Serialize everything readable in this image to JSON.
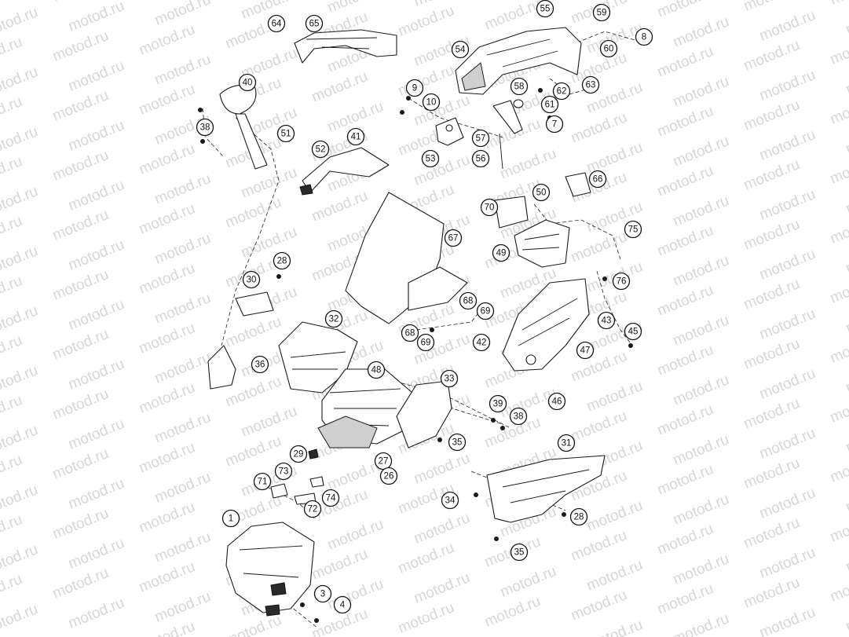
{
  "watermark": "motod.ru",
  "callouts": [
    "64",
    "65",
    "55",
    "59",
    "8",
    "54",
    "60",
    "40",
    "9",
    "10",
    "58",
    "62",
    "61",
    "63",
    "38",
    "51",
    "7",
    "41",
    "52",
    "53",
    "57",
    "56",
    "66",
    "50",
    "70",
    "75",
    "67",
    "49",
    "28",
    "76",
    "30",
    "32",
    "68",
    "69",
    "43",
    "45",
    "68",
    "69",
    "47",
    "42",
    "36",
    "48",
    "33",
    "46",
    "39",
    "38",
    "29",
    "35",
    "31",
    "73",
    "27",
    "26",
    "71",
    "34",
    "74",
    "72",
    "28",
    "1",
    "35",
    "3",
    "4"
  ]
}
